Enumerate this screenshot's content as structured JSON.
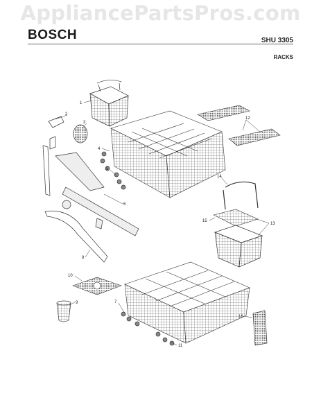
{
  "watermark": "AppliancePartsPros.com",
  "header": {
    "brand": "BOSCH",
    "model": "SHU 3305",
    "section": "RACKS"
  },
  "callouts": [
    "1",
    "2",
    "3",
    "4",
    "5",
    "6",
    "7",
    "8",
    "9",
    "10",
    "11",
    "12",
    "13",
    "14",
    "15",
    "16"
  ]
}
